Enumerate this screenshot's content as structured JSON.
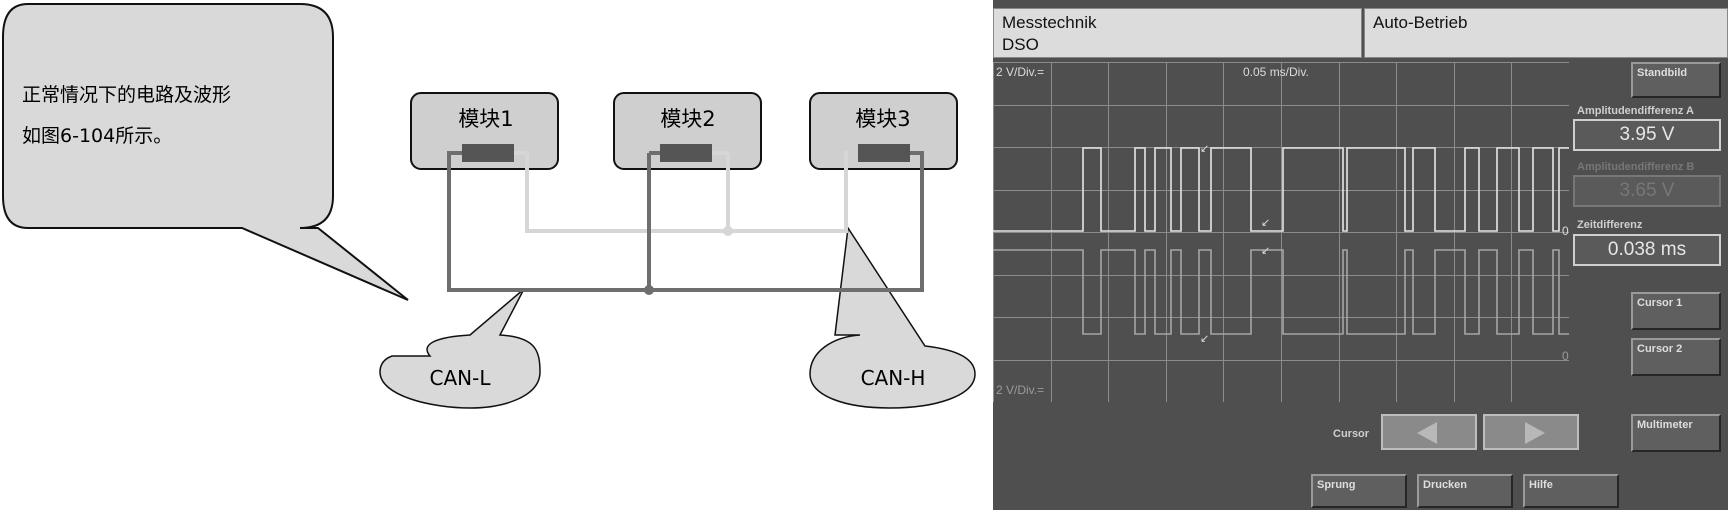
{
  "callout": {
    "line1": "正常情况下的电路及波形",
    "line2": "如图6-104所示。"
  },
  "modules": [
    "模块1",
    "模块2",
    "模块3"
  ],
  "bus_labels": {
    "can_l": "CAN-L",
    "can_h": "CAN-H"
  },
  "dso": {
    "header": {
      "left_line1": "Messtechnik",
      "left_line2": "DSO",
      "right": "Auto-Betrieb"
    },
    "channel1_scale": "2 V/Div.=",
    "channel2_scale": "2 V/Div.=",
    "timebase": "0.05 ms/Div.",
    "zero_marker": "0",
    "standbild": "Standbild",
    "amp_a_label": "Amplitudendifferenz A",
    "amp_a_value": "3.95 V",
    "amp_b_label": "Amplitudendifferenz B",
    "amp_b_value": "3.65 V",
    "zeit_label": "Zeitdifferenz",
    "zeit_value": "0.038 ms",
    "cursor1": "Cursor 1",
    "cursor2": "Cursor 2",
    "cursor_label": "Cursor",
    "multimeter": "Multimeter",
    "sprung": "Sprung",
    "drucken": "Drucken",
    "hilfe": "Hilfe",
    "colors": {
      "background": "#4f4f4f",
      "grid": "#8c8c8c",
      "trace_can_h": "#e6e6e6",
      "trace_can_l": "#a6a6a6"
    }
  }
}
